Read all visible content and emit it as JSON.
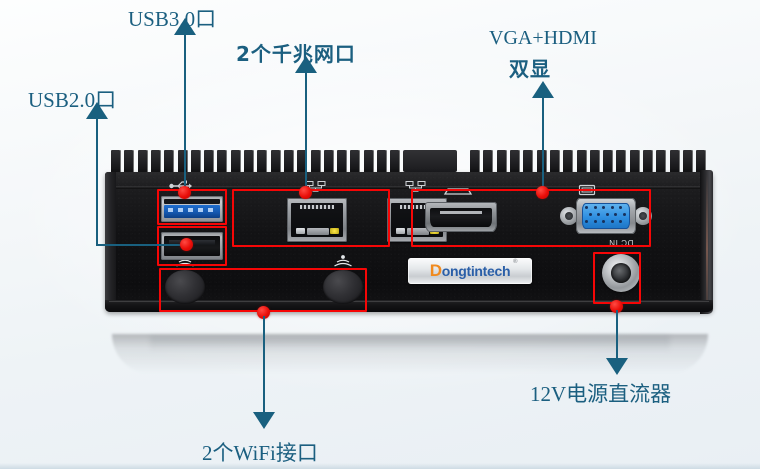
{
  "image": {
    "subject": "industrial-mini-pc-rear-io-panel",
    "background_color": "#f1f5f8"
  },
  "device": {
    "brand_label": "ongtintech",
    "brand_initial": "D",
    "brand_registered_mark": "®",
    "dc_port_silkscreen": "DC IN",
    "chassis_color": "#121214",
    "fin_count": 46
  },
  "annotations": {
    "highlight_color": "#f60606",
    "leader_color": "#19607f",
    "items": [
      {
        "id": "usb2",
        "label": "USB2.0口",
        "label_kind": "mix",
        "target": "usb-2-0-port",
        "arrow": "up"
      },
      {
        "id": "usb3",
        "label": "USB3.0口",
        "label_kind": "mix",
        "target": "usb-3-0-port",
        "arrow": "up"
      },
      {
        "id": "lan",
        "label": "2个千兆网口",
        "label_kind": "cn",
        "target": "gigabit-ethernet-ports",
        "arrow": "up"
      },
      {
        "id": "display",
        "label_line1": "VGA+HDMI",
        "label_line2": "双显",
        "label_kind": "mix",
        "target": "vga-hdmi-ports",
        "arrow": "up"
      },
      {
        "id": "wifi",
        "label": "2个WiFi接口",
        "label_kind": "mix",
        "target": "wifi-antenna-holes",
        "arrow": "down"
      },
      {
        "id": "power",
        "label": "12V电源直流器",
        "label_kind": "mix",
        "target": "dc-in-power-jack",
        "arrow": "down"
      }
    ]
  },
  "ports": {
    "usb3": {
      "name": "USB 3.0",
      "color": "#1456ad"
    },
    "usb2": {
      "name": "USB 2.0",
      "color": "#0c0c0e"
    },
    "lan1": {
      "name": "RJ45 LAN 1"
    },
    "lan2": {
      "name": "RJ45 LAN 2"
    },
    "hdmi": {
      "name": "HDMI"
    },
    "vga": {
      "name": "VGA",
      "color": "#2f8fe0"
    },
    "wifi1": {
      "name": "WiFi antenna hole 1"
    },
    "wifi2": {
      "name": "WiFi antenna hole 2"
    },
    "dcin": {
      "name": "DC IN jack"
    }
  }
}
